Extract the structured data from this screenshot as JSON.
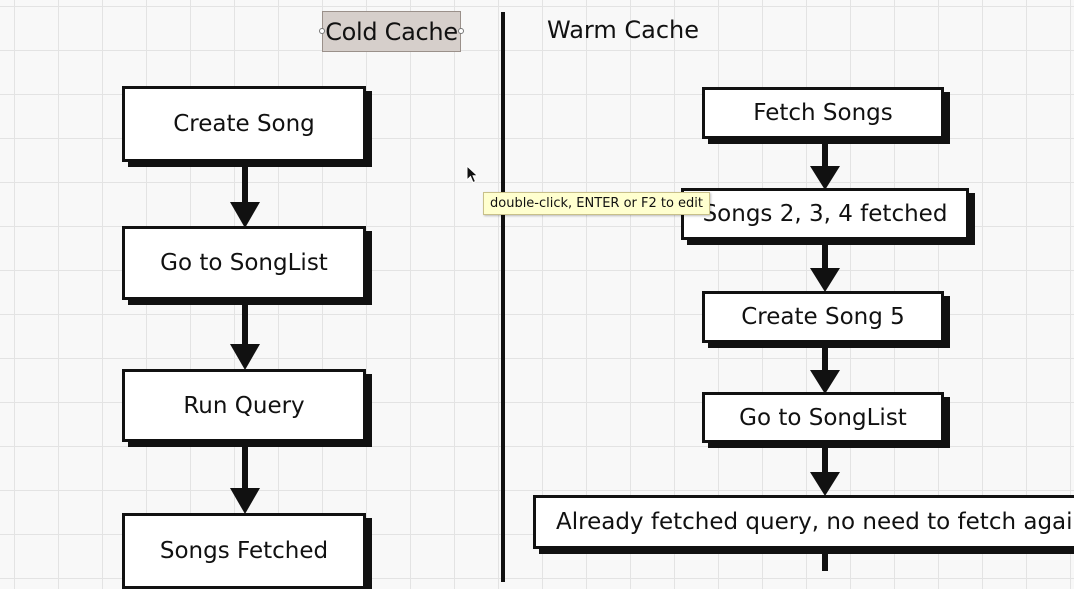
{
  "titles": {
    "cold": "Cold Cache",
    "warm": "Warm Cache"
  },
  "cold_flow": [
    "Create Song",
    "Go to SongList",
    "Run Query",
    "Songs Fetched"
  ],
  "warm_flow": [
    "Fetch Songs",
    "Songs 2, 3, 4 fetched",
    "Create Song 5",
    "Go to SongList",
    "Already fetched query, no need to fetch again"
  ],
  "tooltip": "double-click, ENTER or F2 to edit"
}
